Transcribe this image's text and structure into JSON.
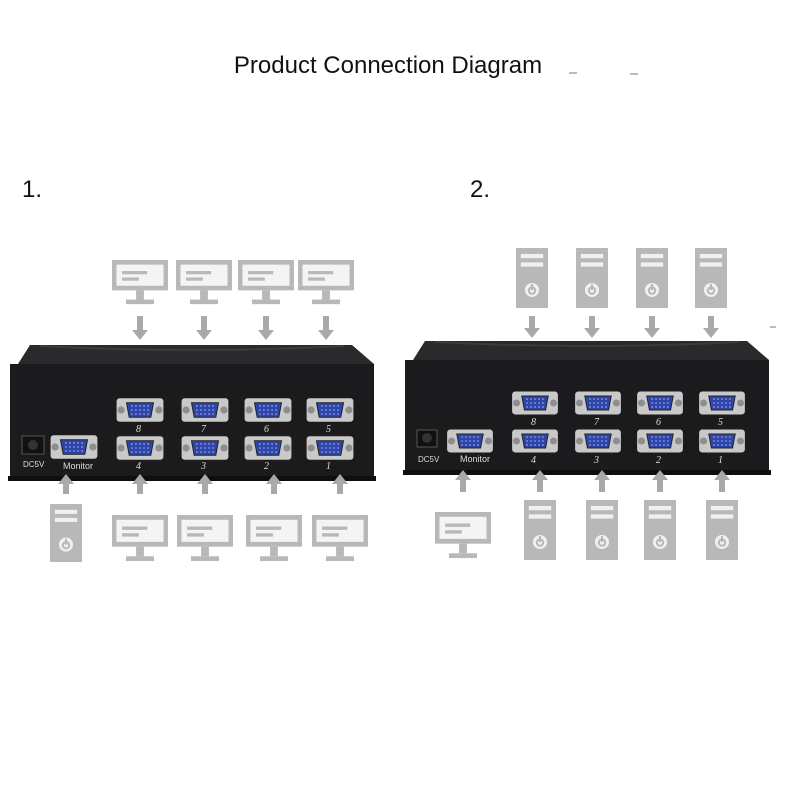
{
  "title": "Product Connection Diagram",
  "diagrams": [
    {
      "number": "1.",
      "top_devices": [
        "monitor",
        "monitor",
        "monitor",
        "monitor"
      ],
      "bottom_devices": [
        "computer",
        "monitor",
        "monitor",
        "monitor",
        "monitor"
      ]
    },
    {
      "number": "2.",
      "top_devices": [
        "computer",
        "computer",
        "computer",
        "computer"
      ],
      "bottom_devices": [
        "monitor",
        "computer",
        "computer",
        "computer",
        "computer"
      ]
    }
  ],
  "device": {
    "power_label": "DC5V",
    "monitor_label": "Monitor",
    "top_ports": [
      "8",
      "7",
      "6",
      "5"
    ],
    "bottom_ports": [
      "4",
      "3",
      "2",
      "1"
    ]
  },
  "colors": {
    "device_body": "#1b1b1d",
    "port_blue": "#2f46a8",
    "port_metal": "#c9c9c9",
    "icon_gray": "#b8b8b8",
    "arrow_gray": "#a9a9a9"
  }
}
